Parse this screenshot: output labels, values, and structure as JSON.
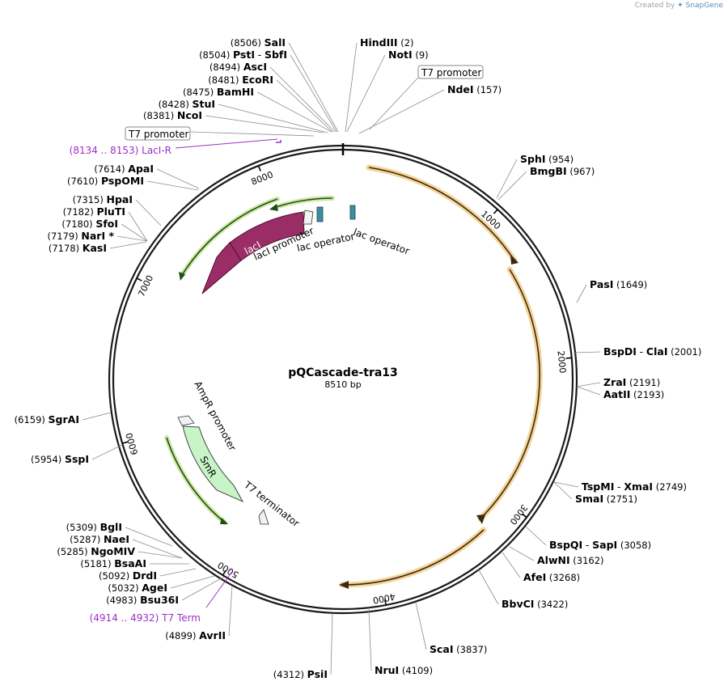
{
  "credit": {
    "prefix": "Created by",
    "brand": "SnapGene"
  },
  "plasmid": {
    "name": "pQCascade-tra13",
    "length_label": "8510 bp",
    "length": 8510
  },
  "ticks": [
    "1000",
    "2000",
    "3000",
    "4000",
    "5000",
    "6000",
    "7000",
    "8000"
  ],
  "sites": [
    {
      "pos": "(8506)",
      "name": "SalI"
    },
    {
      "pos": "(2)",
      "name": "HindIII"
    },
    {
      "pos": "(8504)",
      "name": "PstI",
      "name2": "SbfI"
    },
    {
      "pos": "(9)",
      "name": "NotI"
    },
    {
      "pos": "(8494)",
      "name": "AscI"
    },
    {
      "pos": "(8481)",
      "name": "EcoRI"
    },
    {
      "pos": "(8475)",
      "name": "BamHI"
    },
    {
      "pos": "(157)",
      "name": "NdeI"
    },
    {
      "pos": "(8428)",
      "name": "StuI"
    },
    {
      "pos": "(8381)",
      "name": "NcoI"
    },
    {
      "pos": "(954)",
      "name": "SphI"
    },
    {
      "pos": "(967)",
      "name": "BmgBI"
    },
    {
      "pos": "(7614)",
      "name": "ApaI"
    },
    {
      "pos": "(7610)",
      "name": "PspOMI"
    },
    {
      "pos": "(7315)",
      "name": "HpaI"
    },
    {
      "pos": "(7182)",
      "name": "PluTI"
    },
    {
      "pos": "(7180)",
      "name": "SfoI"
    },
    {
      "pos": "(7179)",
      "name": "NarI *"
    },
    {
      "pos": "(7178)",
      "name": "KasI"
    },
    {
      "pos": "(1649)",
      "name": "PasI"
    },
    {
      "pos": "(2001)",
      "name": "BspDI",
      "name2": "ClaI"
    },
    {
      "pos": "(2191)",
      "name": "ZraI"
    },
    {
      "pos": "(2193)",
      "name": "AatII"
    },
    {
      "pos": "(6159)",
      "name": "SgrAI"
    },
    {
      "pos": "(5954)",
      "name": "SspI"
    },
    {
      "pos": "(2749)",
      "name": "TspMI",
      "name2": "XmaI"
    },
    {
      "pos": "(2751)",
      "name": "SmaI"
    },
    {
      "pos": "(5309)",
      "name": "BglI"
    },
    {
      "pos": "(5287)",
      "name": "NaeI"
    },
    {
      "pos": "(5285)",
      "name": "NgoMIV"
    },
    {
      "pos": "(5181)",
      "name": "BsaAI"
    },
    {
      "pos": "(5092)",
      "name": "DrdI"
    },
    {
      "pos": "(5032)",
      "name": "AgeI"
    },
    {
      "pos": "(4983)",
      "name": "Bsu36I"
    },
    {
      "pos": "(3058)",
      "name": "BspQI",
      "name2": "SapI"
    },
    {
      "pos": "(3162)",
      "name": "AlwNI"
    },
    {
      "pos": "(3268)",
      "name": "AfeI"
    },
    {
      "pos": "(3422)",
      "name": "BbvCI"
    },
    {
      "pos": "(4899)",
      "name": "AvrII"
    },
    {
      "pos": "(3837)",
      "name": "ScaI"
    },
    {
      "pos": "(4109)",
      "name": "NruI"
    },
    {
      "pos": "(4312)",
      "name": "PsiI"
    }
  ],
  "primers": [
    {
      "range": "(8134 .. 8153)",
      "name": "LacI-R"
    },
    {
      "range": "(4914 .. 4932)",
      "name": "T7 Term"
    }
  ],
  "boxed_features": [
    "T7 promoter",
    "T7 promoter"
  ],
  "features": {
    "laci": "lacI",
    "laci_promoter": "lacI promoter",
    "lac_operator_1": "lac operator",
    "lac_operator_2": "lac operator",
    "ampr_promoter": "AmpR promoter",
    "smr": "SmR",
    "t7_terminator": "T7 terminator"
  },
  "colors": {
    "orange_feature": "#e8a33c",
    "green_feature": "#8bc34a",
    "laci": "#9b2d66",
    "smr": "#c8f5c8",
    "primer": "#9b30c8",
    "operator": "#3f8c9e"
  }
}
